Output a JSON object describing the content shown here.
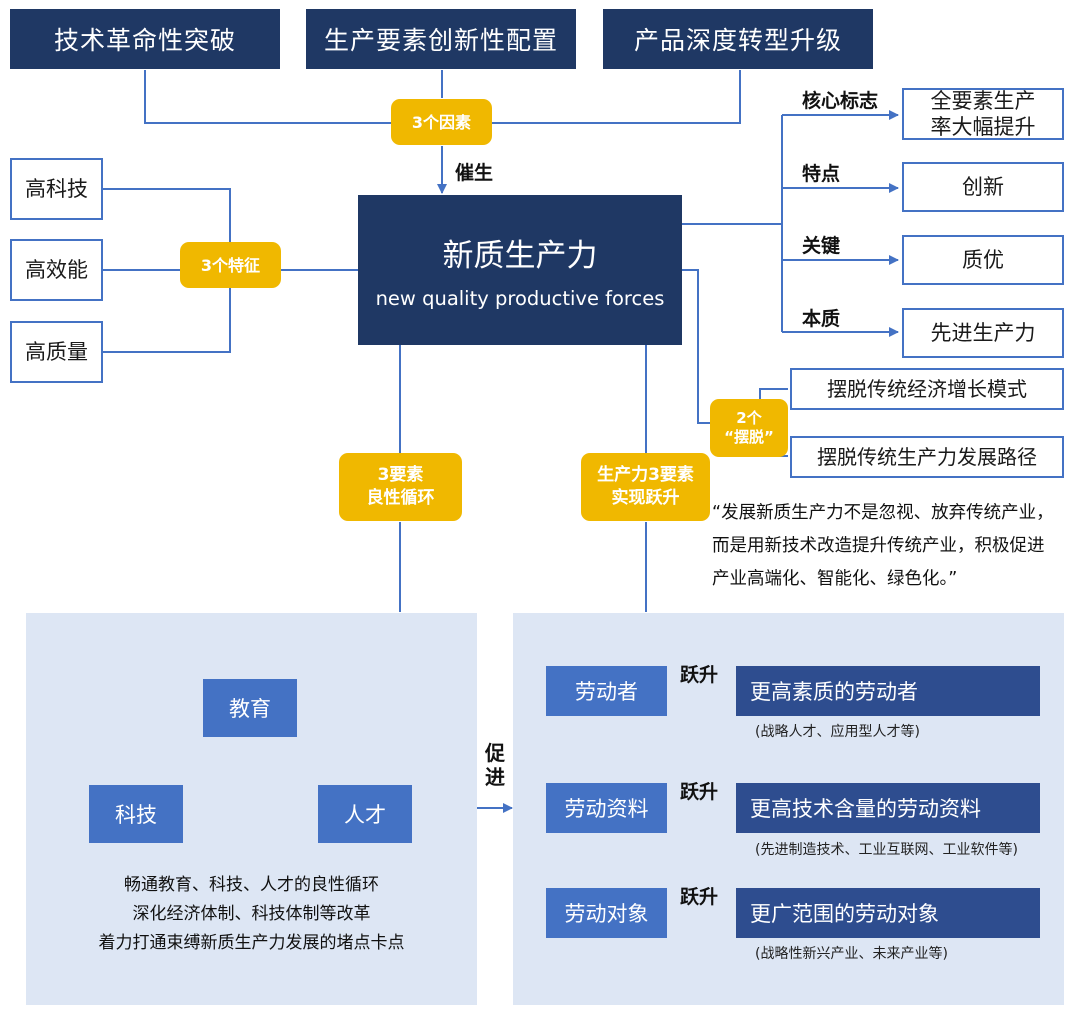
{
  "top_factors": [
    "技术革命性突破",
    "生产要素创新性配置",
    "产品深度转型升级"
  ],
  "factor_badge": "3个因素",
  "catalyst_label": "催生",
  "core": {
    "title": "新质生产力",
    "subtitle": "new quality productive forces"
  },
  "features": {
    "badge": "3个特征",
    "items": [
      "高科技",
      "高效能",
      "高质量"
    ]
  },
  "aspects": [
    {
      "label": "核心标志",
      "value": "全要素生产率大幅提升"
    },
    {
      "label": "特点",
      "value": "创新"
    },
    {
      "label": "关键",
      "value": "质优"
    },
    {
      "label": "本质",
      "value": "先进生产力"
    }
  ],
  "breakaway": {
    "badge_line1": "2个",
    "badge_line2": "“摆脱”",
    "items": [
      "摆脱传统经济增长模式",
      "摆脱传统生产力发展路径"
    ]
  },
  "cycle_badge": {
    "line1": "3要素",
    "line2": "良性循环"
  },
  "leap_badge": {
    "line1": "生产力3要素",
    "line2": "实现跃升"
  },
  "quote": {
    "line1": "“发展新质生产力不是忽视、放弃传统产业，",
    "line2": "而是用新技术改造提升传统产业，积极促进",
    "line3": "产业高端化、智能化、绿色化。”"
  },
  "cycle": {
    "education": "教育",
    "technology": "科技",
    "talent": "人才",
    "desc": [
      "畅通教育、科技、人才的良性循环",
      "深化经济体制、科技体制等改革",
      "着力打通束缚新质生产力发展的堵点卡点"
    ]
  },
  "promote_label": {
    "line1": "促",
    "line2": "进"
  },
  "leaps": [
    {
      "from": "劳动者",
      "verb": "跃升",
      "to": "更高素质的劳动者",
      "note": "(战略人才、应用型人才等)"
    },
    {
      "from": "劳动资料",
      "verb": "跃升",
      "to": "更高技术含量的劳动资料",
      "note": "(先进制造技术、工业互联网、工业软件等)"
    },
    {
      "from": "劳动对象",
      "verb": "跃升",
      "to": "更广范围的劳动对象",
      "note": "(战略性新兴产业、未来产业等)"
    }
  ],
  "colors": {
    "navy": "#1f3864",
    "accent_blue": "#4472c4",
    "badge_yellow": "#f0b800",
    "panel_bg": "#dde6f4"
  }
}
